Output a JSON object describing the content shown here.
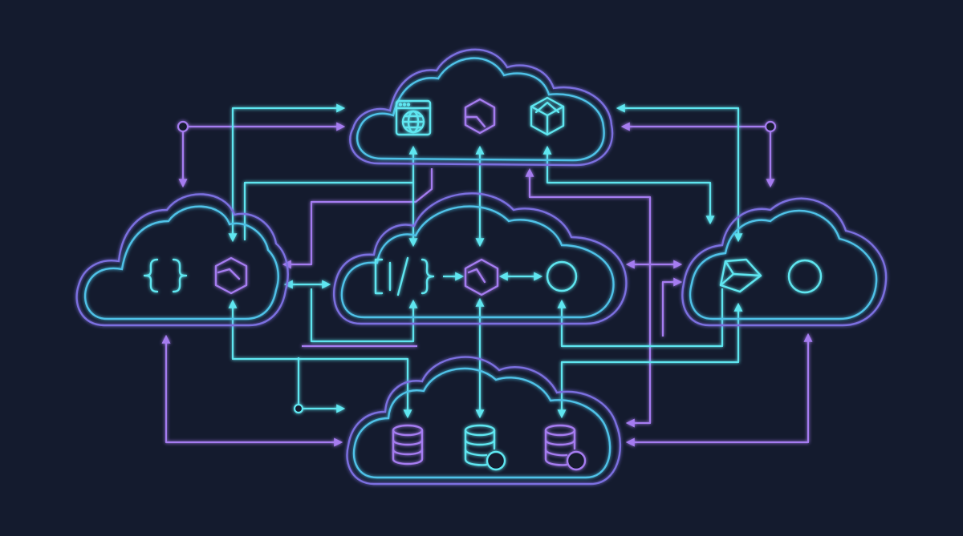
{
  "colors": {
    "background": "#141b2e",
    "cyan": "#5ee6f0",
    "purple": "#a57cf0",
    "cloud_outer": "#7b6fe0",
    "cloud_inner": "#4fc2e8"
  },
  "clouds": [
    {
      "id": "top-cloud",
      "icons": [
        "web-globe-icon",
        "hexagon-icon",
        "cube-icon"
      ]
    },
    {
      "id": "left-cloud",
      "icons": [
        "curly-braces-icon",
        "hexagon-icon"
      ]
    },
    {
      "id": "center-cloud",
      "icons": [
        "code-bracket-icon",
        "hexagon-icon",
        "circle-icon"
      ]
    },
    {
      "id": "right-cloud",
      "icons": [
        "gem-icon",
        "circle-icon"
      ]
    },
    {
      "id": "bottom-cloud",
      "icons": [
        "database-icon",
        "database-sync-icon",
        "database-sync-icon"
      ]
    }
  ]
}
